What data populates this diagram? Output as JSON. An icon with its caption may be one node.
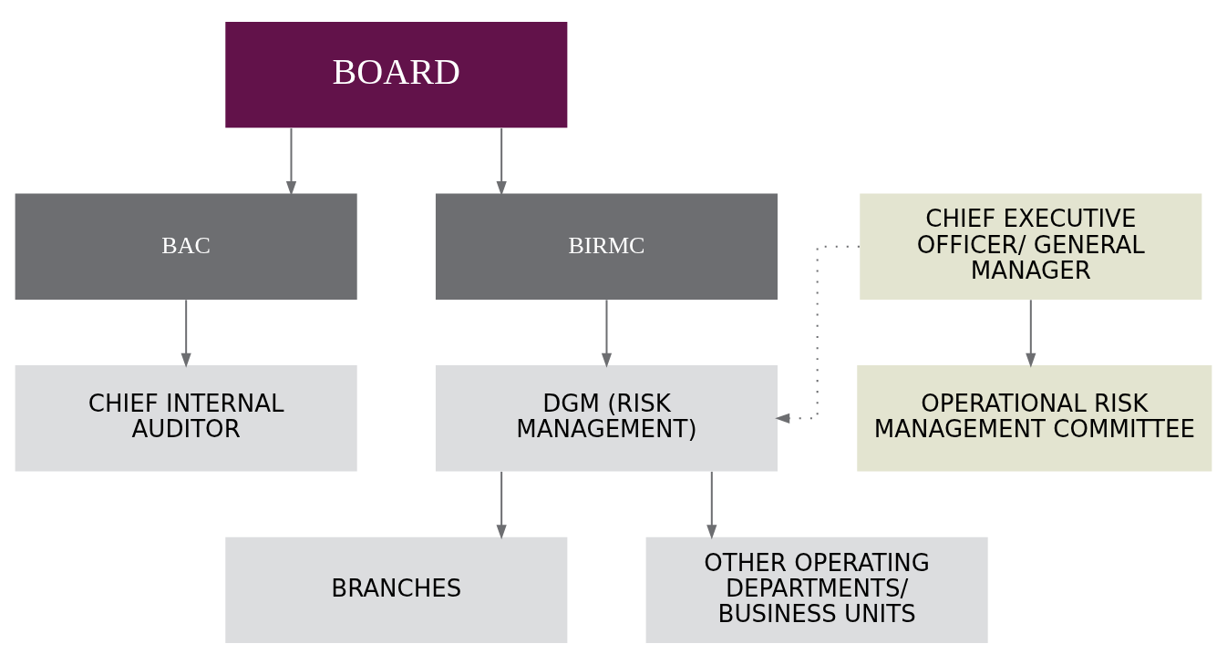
{
  "diagram": {
    "nodes": [
      {
        "text": [
          "BOARD"
        ]
      },
      {
        "text": [
          "BIRMC"
        ]
      },
      {
        "text": [
          "CHIEF EXECUTIVE OFFICER/ GENERAL MANAGER"
        ]
      },
      {
        "text": [
          "BAC"
        ]
      },
      {
        "text": [
          "OPERATIONAL RISK MANAGEMENT COMMITTEE"
        ]
      },
      {
        "text": [
          "DGM (RISK MANAGEMENT)"
        ]
      },
      {
        "text": [
          "CHIEF INTERNAL AUDITOR"
        ]
      },
      {
        "text": [
          "BRANCHES"
        ]
      },
      {
        "text": [
          "OTHER OPERATING DEPARTMENTS/ BUSINESS UNITS"
        ]
      }
    ],
    "edges": [
      {
        "from": 0,
        "to": 1,
        "arrow": "to"
      },
      {
        "from": 0,
        "to": 3,
        "arrow": "to"
      },
      {
        "from": 1,
        "to": 5,
        "arrow": "to"
      },
      {
        "from": 2,
        "to": 5,
        "arrow": "to",
        "style": "dashed"
      },
      {
        "from": 2,
        "to": 4,
        "arrow": "to"
      },
      {
        "from": 3,
        "to": 6,
        "arrow": "to"
      },
      {
        "from": 5,
        "to": 7,
        "arrow": "to"
      },
      {
        "from": 5,
        "to": 8,
        "arrow": "to"
      }
    ]
  }
}
